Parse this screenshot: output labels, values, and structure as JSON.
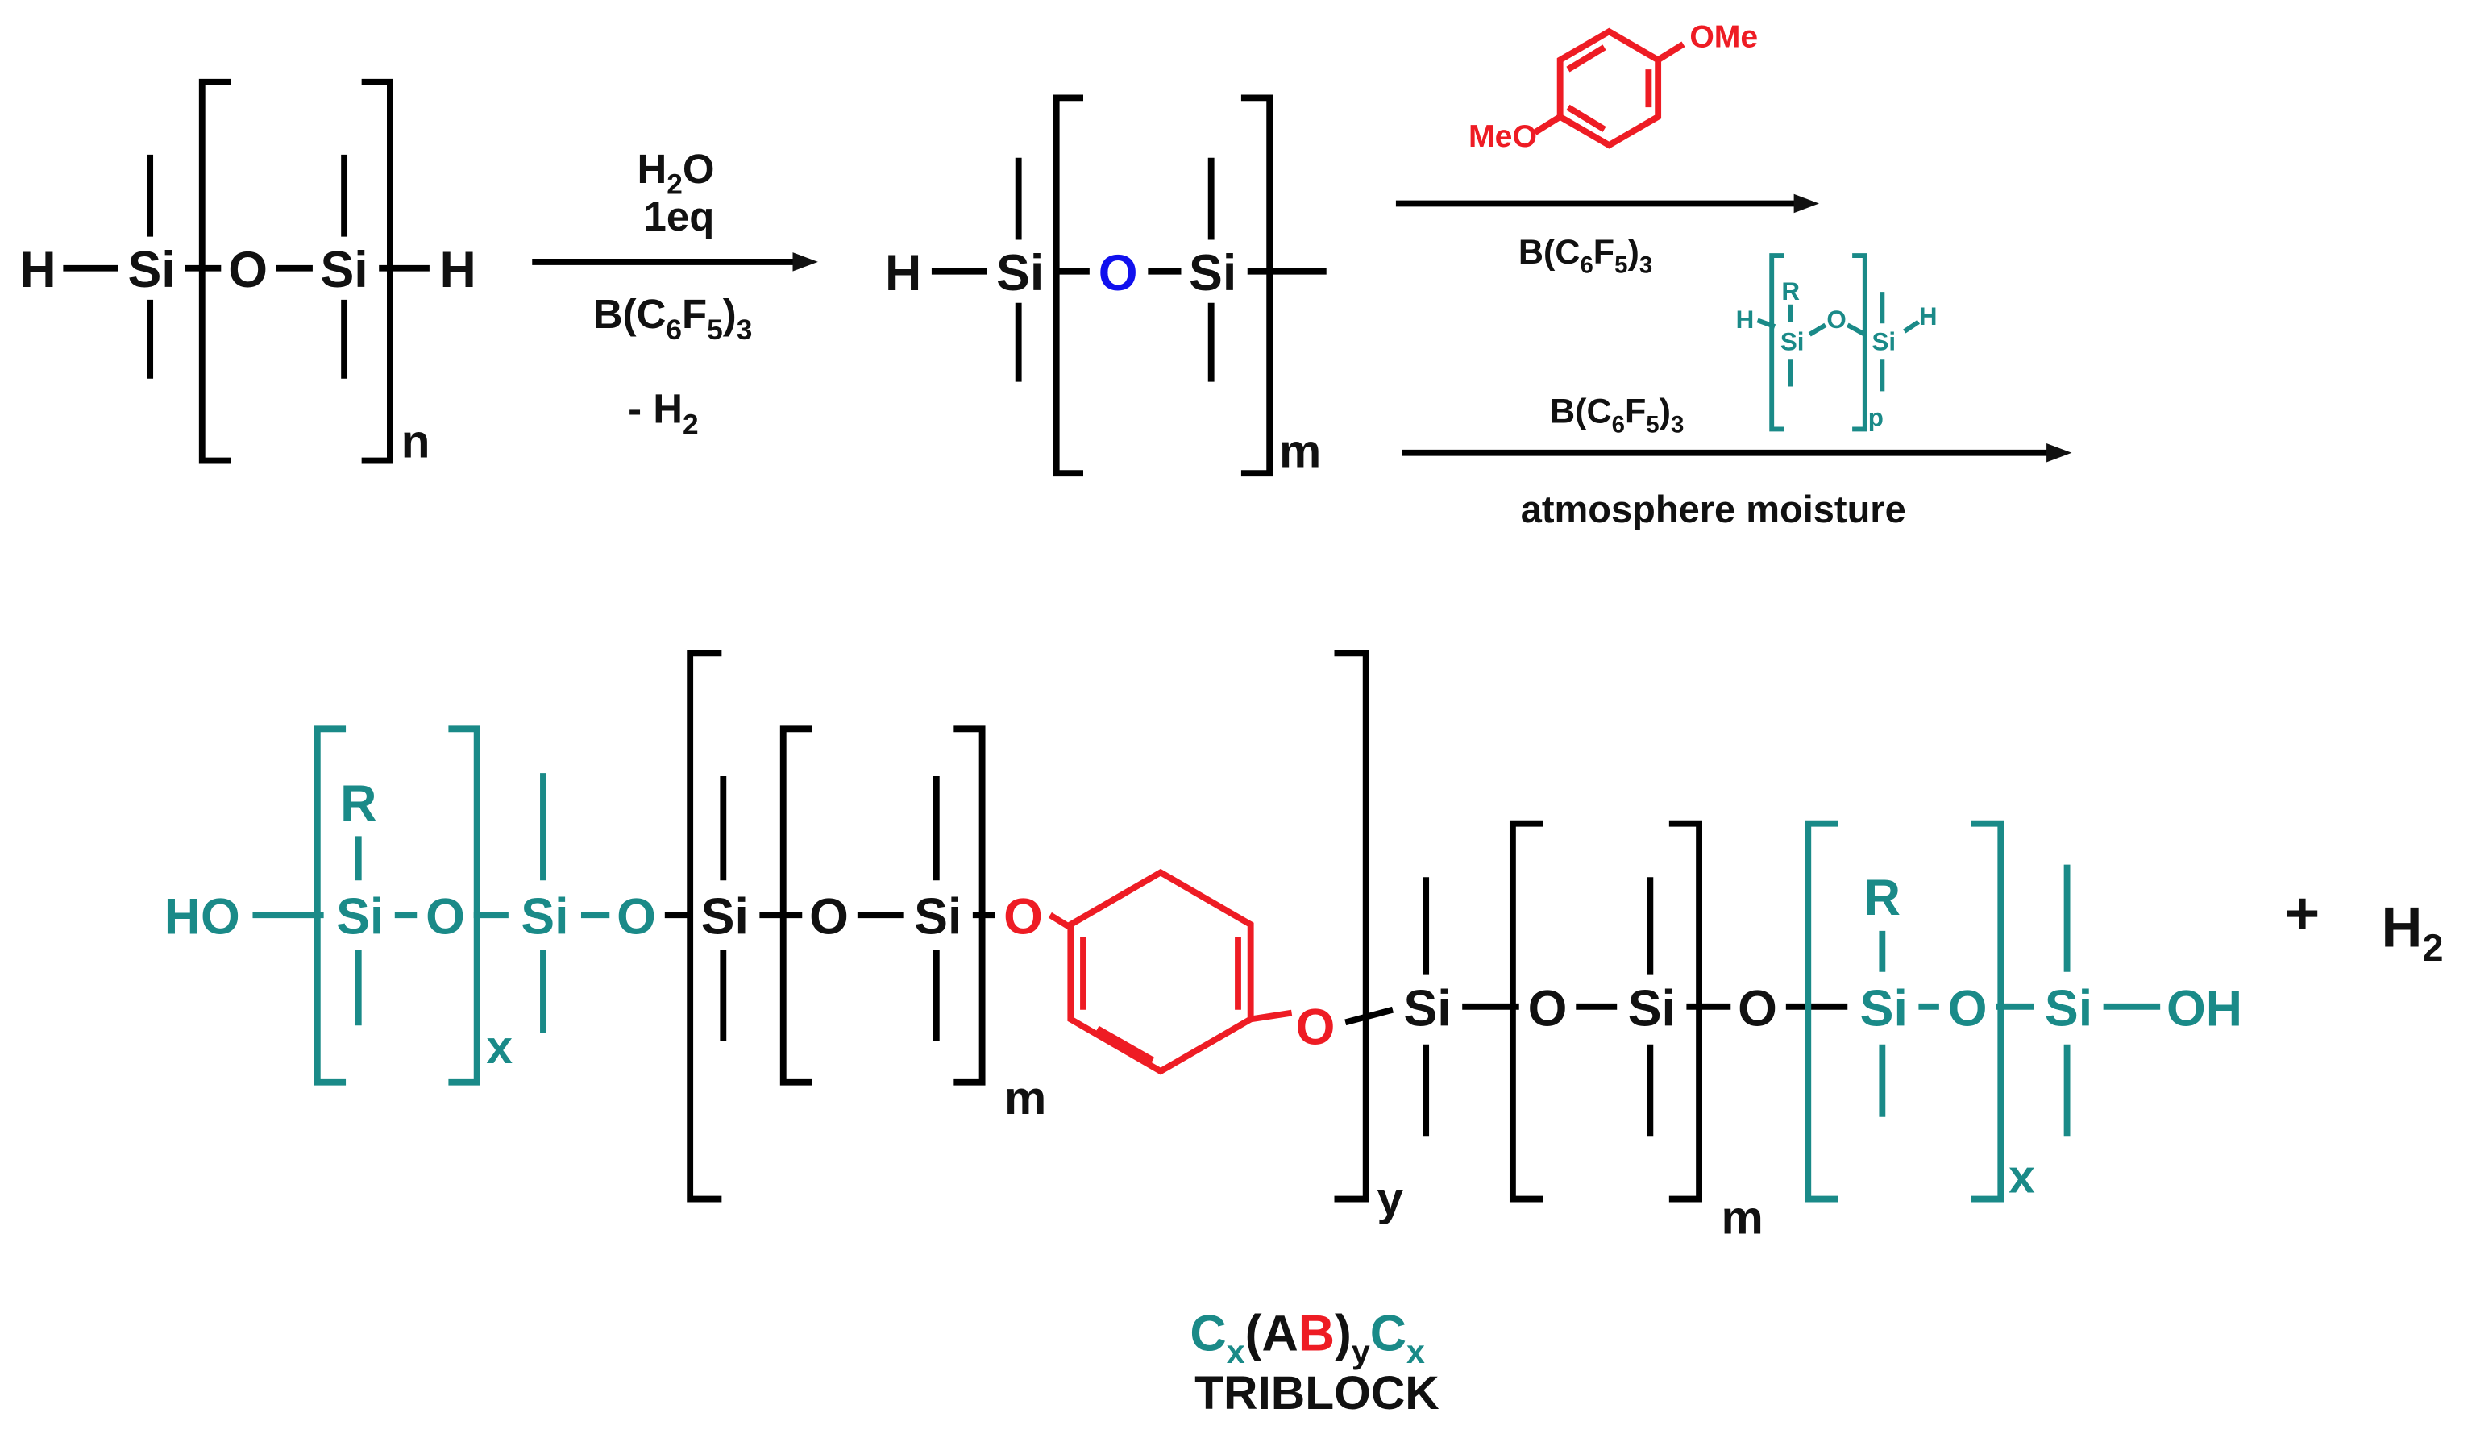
{
  "colors": {
    "black": "#111111",
    "teal": "#1a8a88",
    "red": "#ee1c24",
    "blue": "#1010ee"
  },
  "atoms": {
    "H": "H",
    "Si": "Si",
    "O": "O",
    "R": "R",
    "HO": "HO",
    "OH": "OH",
    "MeO": "MeO",
    "OMe": "OMe"
  },
  "subscripts": {
    "n": "n",
    "m": "m",
    "p": "p",
    "x": "x",
    "y": "y"
  },
  "step1": {
    "reagent": "H",
    "reagent_sub": "2",
    "reagent_tail": "O",
    "equiv": "1eq",
    "catalyst": "B(C",
    "catalyst_sub1": "6",
    "catalyst_mid": "F",
    "catalyst_sub2": "5",
    "catalyst_tail": ")",
    "catalyst_sub3": "3",
    "byproduct": "- H",
    "byproduct_sub": "2"
  },
  "step2": {
    "catalyst": "B(C",
    "catalyst_sub1": "6",
    "catalyst_mid": "F",
    "catalyst_sub2": "5",
    "catalyst_tail": ")",
    "catalyst_sub3": "3"
  },
  "step3": {
    "catalyst": "B(C",
    "catalyst_sub1": "6",
    "catalyst_mid": "F",
    "catalyst_sub2": "5",
    "catalyst_tail": ")",
    "catalyst_sub3": "3",
    "condition": "atmosphere moisture"
  },
  "product": {
    "plus": "+",
    "h2": "H",
    "h2_sub": "2"
  },
  "formula": {
    "c1": "C",
    "c1_sub": "x",
    "open": "(A",
    "b": "B",
    "close": ")",
    "y_sub": "y",
    "c2": "C",
    "c2_sub": "x"
  },
  "label": "TRIBLOCK"
}
